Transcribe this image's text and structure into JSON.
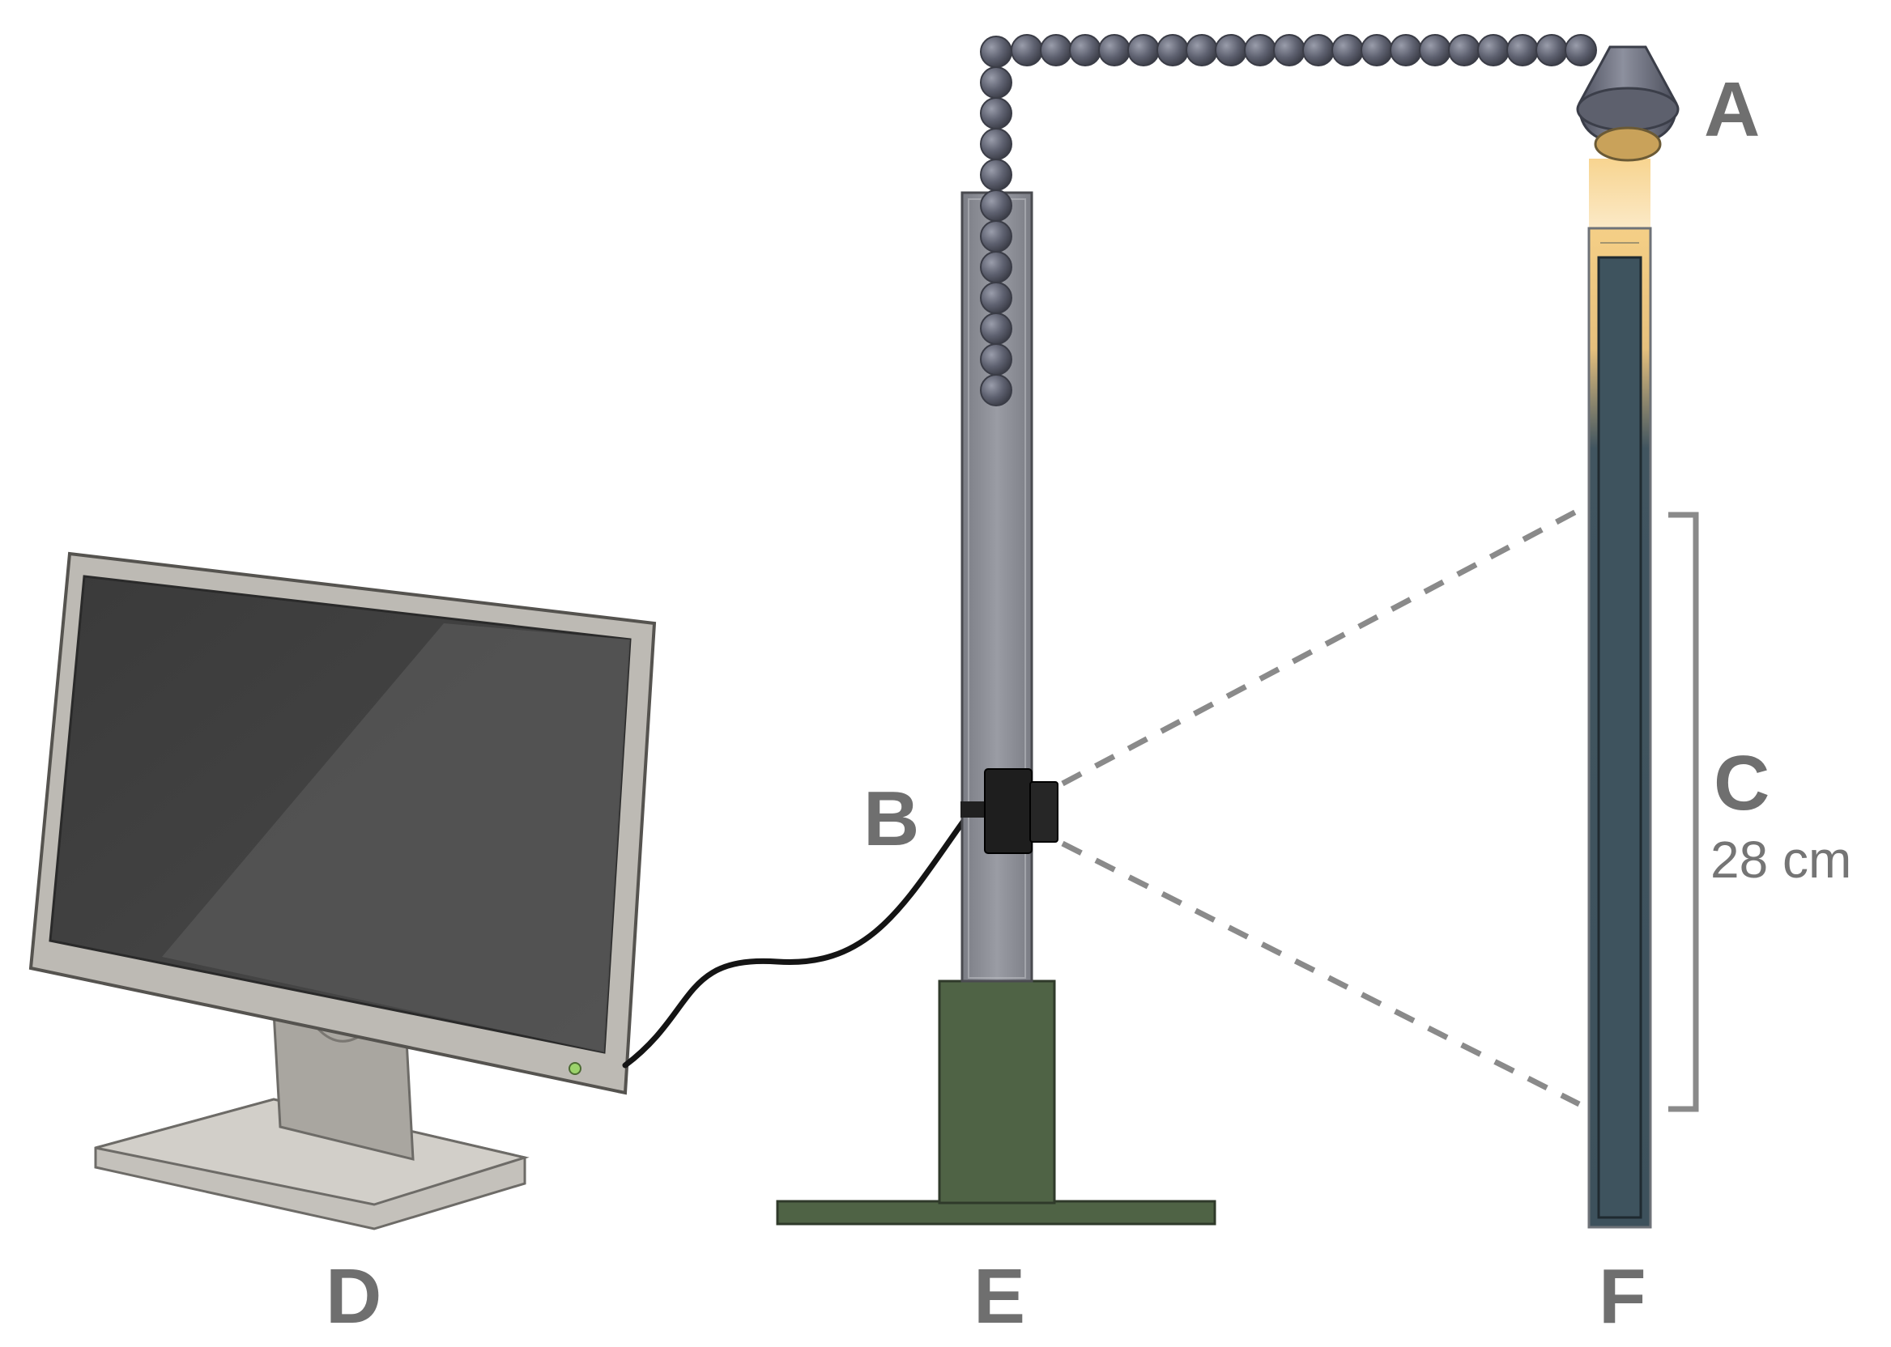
{
  "labels": {
    "a": "A",
    "b": "B",
    "c": "C",
    "c_measure": "28 cm",
    "d": "D",
    "e": "E",
    "f": "F"
  },
  "colors": {
    "label_text": "#6f6f6f",
    "stand_green": "#4f6345",
    "pole_grey": "#8a8c93",
    "bead_grey": "#5e6170",
    "tube_dark": "#415560",
    "light_glow": "#f5cf86",
    "camera_black": "#1c1c1c",
    "monitor_frame": "#bdbab4",
    "monitor_screen": "#3c3c3c",
    "dashed_line": "#8a8a8a"
  }
}
